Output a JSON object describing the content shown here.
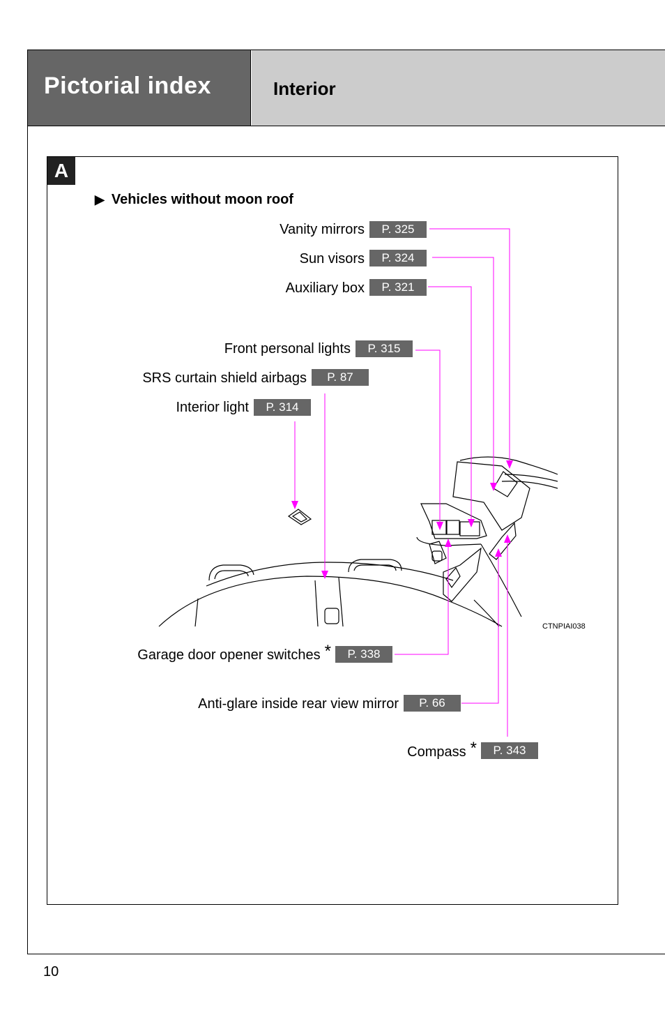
{
  "header": {
    "title": "Pictorial index",
    "subtitle": "Interior"
  },
  "section": {
    "badge": "A",
    "subheading": "Vehicles without moon roof"
  },
  "callouts": {
    "vanity_mirrors": {
      "label": "Vanity mirrors",
      "page": "P. 325"
    },
    "sun_visors": {
      "label": "Sun visors",
      "page": "P. 324"
    },
    "auxiliary_box": {
      "label": "Auxiliary box",
      "page": "P. 321"
    },
    "front_personal_lights": {
      "label": "Front personal lights",
      "page": "P. 315"
    },
    "srs_airbags": {
      "label": "SRS curtain shield airbags",
      "page": "P. 87"
    },
    "interior_light": {
      "label": "Interior light",
      "page": "P. 314"
    },
    "garage_door": {
      "label": "Garage door opener switches",
      "asterisk": "*",
      "page": "P. 338"
    },
    "anti_glare": {
      "label": "Anti-glare inside rear view mirror",
      "page": "P. 66"
    },
    "compass": {
      "label": "Compass",
      "asterisk": "*",
      "page": "P. 343"
    }
  },
  "figure_code": "CTNPIAI038",
  "page_number": "10",
  "colors": {
    "header_dark": "#666666",
    "header_light": "#cccccc",
    "leader_line": "#ff00ff",
    "page_box": "#666666"
  },
  "icons": {
    "subheading_marker": "triangle-right-icon"
  }
}
